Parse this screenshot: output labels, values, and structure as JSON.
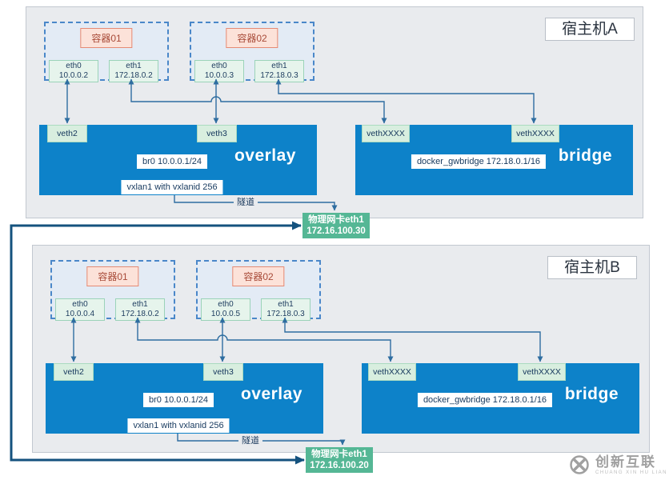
{
  "hosts": [
    {
      "title": "宿主机A",
      "containers": [
        {
          "label": "容器01",
          "interfaces": [
            {
              "name": "eth0",
              "ip": "10.0.0.2"
            },
            {
              "name": "eth1",
              "ip": "172.18.0.2"
            }
          ]
        },
        {
          "label": "容器02",
          "interfaces": [
            {
              "name": "eth0",
              "ip": "10.0.0.3"
            },
            {
              "name": "eth1",
              "ip": "172.18.0.3"
            }
          ]
        }
      ],
      "overlay": {
        "name": "overlay",
        "veths": [
          "veth2",
          "veth3"
        ],
        "ip_label": "br0 10.0.0.1/24",
        "vxlan_label": "vxlan1 with vxlanid 256"
      },
      "bridge": {
        "name": "bridge",
        "veths": [
          "vethXXXX",
          "vethXXXX"
        ],
        "ip_label": "docker_gwbridge 172.18.0.1/16"
      },
      "tunnel_label": "隧道",
      "nic": {
        "name": "物理网卡eth1",
        "ip": "172.16.100.30"
      }
    },
    {
      "title": "宿主机B",
      "containers": [
        {
          "label": "容器01",
          "interfaces": [
            {
              "name": "eth0",
              "ip": "10.0.0.4"
            },
            {
              "name": "eth1",
              "ip": "172.18.0.2"
            }
          ]
        },
        {
          "label": "容器02",
          "interfaces": [
            {
              "name": "eth0",
              "ip": "10.0.0.5"
            },
            {
              "name": "eth1",
              "ip": "172.18.0.3"
            }
          ]
        }
      ],
      "overlay": {
        "name": "overlay",
        "veths": [
          "veth2",
          "veth3"
        ],
        "ip_label": "br0 10.0.0.1/24",
        "vxlan_label": "vxlan1 with vxlanid 256"
      },
      "bridge": {
        "name": "bridge",
        "veths": [
          "vethXXXX",
          "vethXXXX"
        ],
        "ip_label": "docker_gwbridge 172.18.0.1/16"
      },
      "tunnel_label": "隧道",
      "nic": {
        "name": "物理网卡eth1",
        "ip": "172.16.100.20"
      }
    }
  ],
  "watermark": {
    "brand": "创新互联",
    "subtitle": "CHUANG XIN HU LIAN"
  },
  "colors": {
    "network_box_blue": "#0d82c9",
    "nic_green": "#55b795",
    "thin_line_blue": "#2e6da0",
    "thick_line_navy": "#14527e",
    "container_label_red": "#a84a38",
    "dashed_border_blue": "#4a87c9"
  }
}
